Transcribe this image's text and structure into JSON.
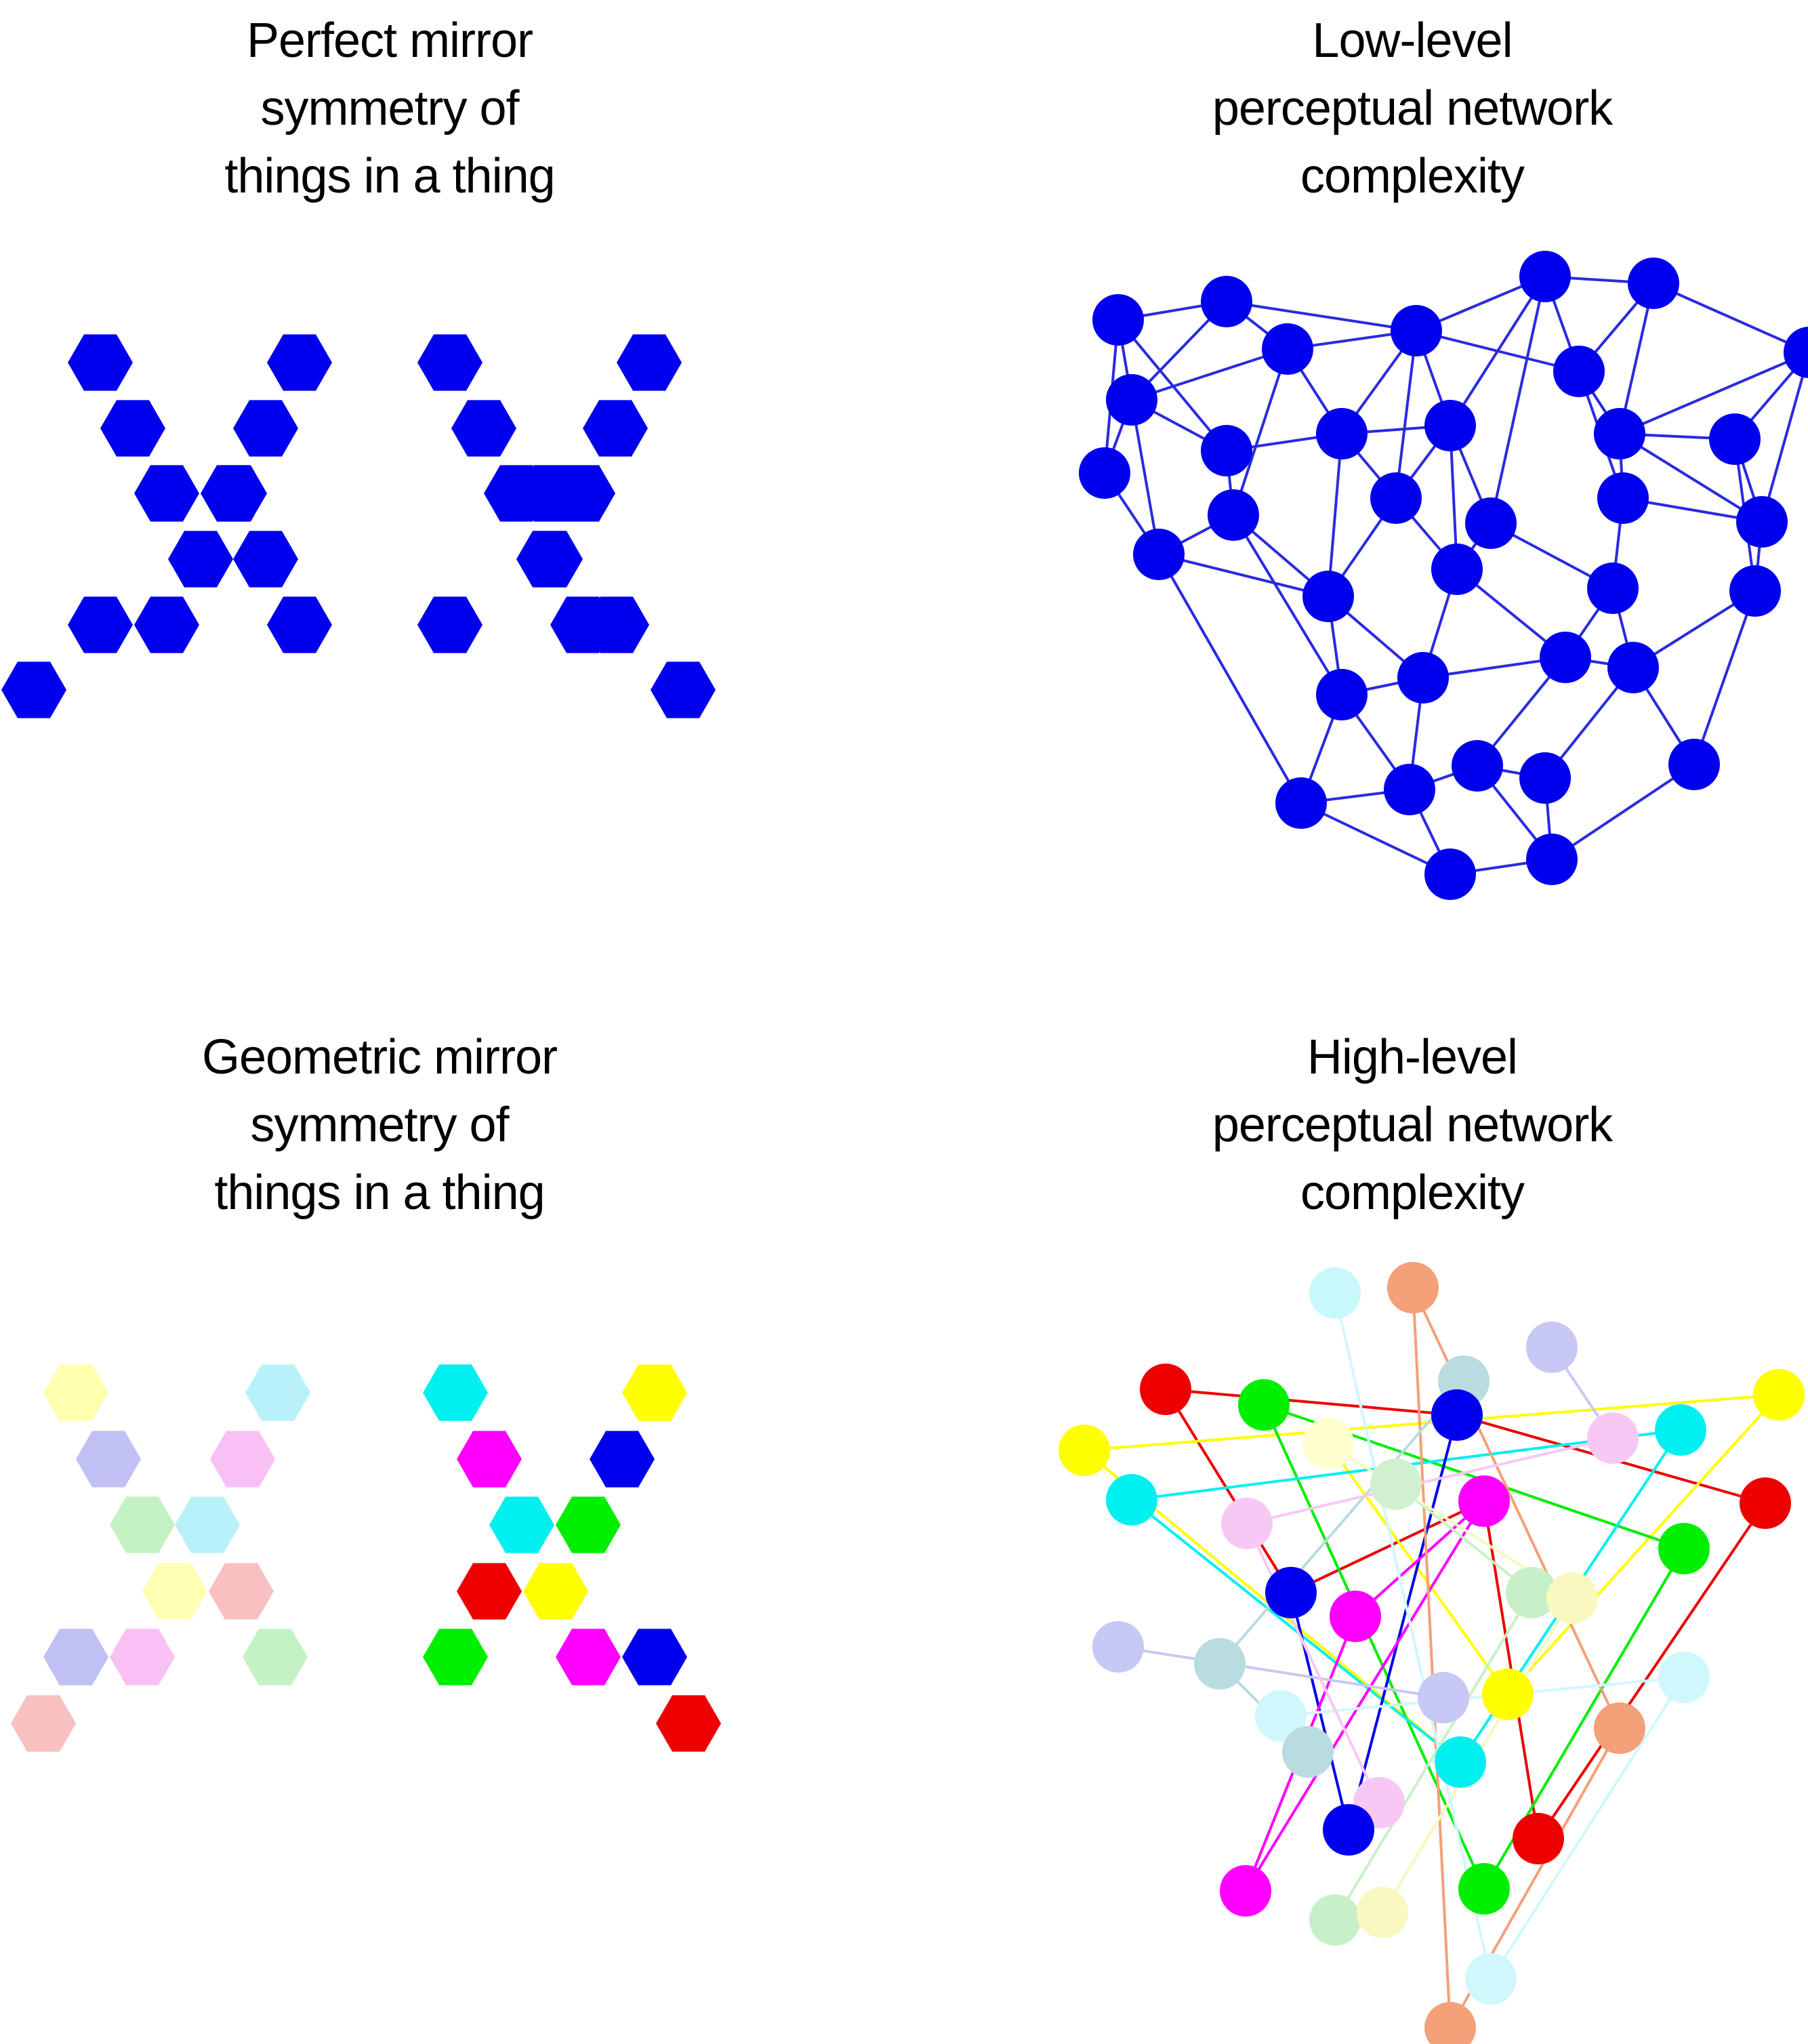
{
  "panels": {
    "top_left": {
      "title_lines": [
        "Perfect mirror",
        "symmetry of",
        "things in a thing"
      ],
      "hex_color": "#0000ee",
      "hex_colors_left": [
        "#0000ee",
        "#0000ee",
        "#0000ee",
        "#0000ee",
        "#0000ee",
        "#0000ee",
        "#0000ee",
        "#0000ee",
        "#0000ee",
        "#0000ee",
        "#0000ee",
        "#0000ee",
        "#0000ee"
      ],
      "hex_colors_right": [
        "#0000ee",
        "#0000ee",
        "#0000ee",
        "#0000ee",
        "#0000ee",
        "#0000ee",
        "#0000ee",
        "#0000ee",
        "#0000ee",
        "#0000ee",
        "#0000ee",
        "#0000ee",
        "#0000ee"
      ]
    },
    "top_right": {
      "title_lines": [
        "Low-level",
        "perceptual network",
        "complexity"
      ],
      "node_color": "#0000ee",
      "edge_color": "#2a2ae0"
    },
    "bottom_left": {
      "title_lines": [
        "Geometric mirror",
        "symmetry of",
        "things in a thing"
      ],
      "hex_colors_left": [
        "#ffffb0",
        "#b8f2f8",
        "#c0c0f4",
        "#f8c0f4",
        "#c4f2c4",
        "#b8f2f8",
        "#ffffb4",
        "#f8c0c0",
        "#c0c0f4",
        "#f8c0f4",
        "#c4f2c4",
        "#f8c0c0"
      ],
      "hex_colors_right": [
        "#00f0f0",
        "#ffff00",
        "#ff00ff",
        "#0000ee",
        "#00f0f0",
        "#00ee00",
        "#ee0000",
        "#ffff00",
        "#00ee00",
        "#ff00ff",
        "#0000ee",
        "#ee0000"
      ]
    },
    "bottom_right": {
      "title_lines": [
        "High-level",
        "perceptual network",
        "complexity"
      ]
    }
  }
}
